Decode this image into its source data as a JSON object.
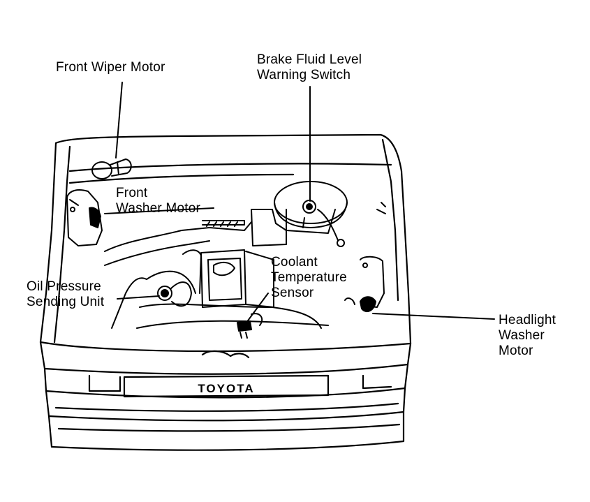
{
  "diagram": {
    "colors": {
      "ink": "#000000",
      "paper": "#ffffff"
    },
    "labels": {
      "front_wiper_motor": {
        "line1": "Front Wiper Motor"
      },
      "brake_fluid_switch": {
        "line1": "Brake Fluid Level",
        "line2": "Warning Switch"
      },
      "front_washer_motor": {
        "line1": "Front",
        "line2": "Washer Motor"
      },
      "coolant_sensor": {
        "line1": "Coolant",
        "line2": "Temperature",
        "line3": "Sensor"
      },
      "oil_pressure_unit": {
        "line1": "Oil Pressure",
        "line2": "Sending Unit"
      },
      "headlight_washer_motor": {
        "line1": "Headlight",
        "line2": "Washer",
        "line3": "Motor"
      }
    },
    "grille_badge": "TOYOTA"
  }
}
